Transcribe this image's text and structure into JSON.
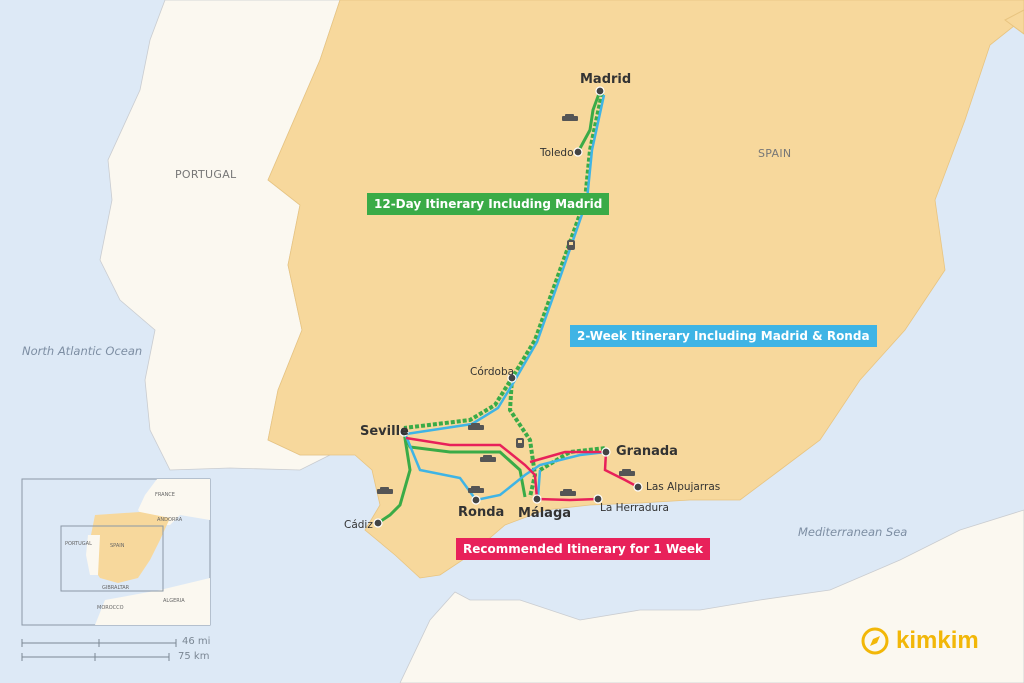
{
  "colors": {
    "ocean": "#dde9f6",
    "spain": "#f7d89c",
    "land": "#fbf8f0",
    "green": "#3aab47",
    "blue": "#3fb4e5",
    "red": "#e8215a",
    "logo": "#f2b708"
  },
  "countries": {
    "portugal": "PORTUGAL",
    "spain": "SPAIN"
  },
  "seas": {
    "atlantic": "North Atlantic Ocean",
    "mediterranean": "Mediterranean Sea"
  },
  "cities": {
    "madrid": "Madrid",
    "toledo": "Toledo",
    "cordoba": "Córdoba",
    "seville": "Seville",
    "cadiz": "Cádiz",
    "ronda": "Ronda",
    "malaga": "Málaga",
    "granada": "Granada",
    "alpujarras": "Las Alpujarras",
    "herradura": "La Herradura"
  },
  "itineraries": {
    "green": "12-Day Itinerary Including Madrid",
    "blue": "2-Week Itinerary Including Madrid & Ronda",
    "red": "Recommended Itinerary for 1 Week"
  },
  "inset": {
    "france": "FRANCE",
    "andorra": "ANDORRA",
    "portugal": "PORTUGAL",
    "spain": "SPAIN",
    "gibraltar": "GIBRALTAR",
    "morocco": "MOROCCO",
    "algeria": "ALGERIA"
  },
  "scale": {
    "miles": "46 mi",
    "km": "75 km"
  },
  "logo": "kimkim"
}
